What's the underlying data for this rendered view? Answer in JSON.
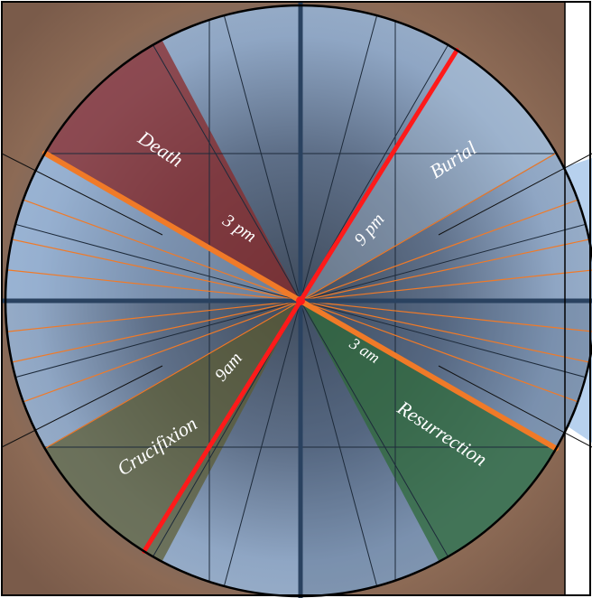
{
  "labels": {
    "death": "Death",
    "burial": "Burial",
    "resurrection": "Resurrection",
    "crucifixion": "Crucifixion",
    "t_3pm": "3 pm",
    "t_9pm": "9 pm",
    "t_3am": "3 am",
    "t_9am": "9am"
  },
  "colors": {
    "photo_frame": "#8c6a55",
    "photo_center": "#5a6a82",
    "sky_blue": "#a9c7ea",
    "death_sector": "#8a2a2a",
    "resurrection_sector": "#2f6a3a",
    "crucifixion_sector": "#5b5a2e",
    "divider": "#243a56",
    "orange_line": "#f07a28",
    "red_line": "#ff1a1a",
    "thin_line": "#1d2a3a",
    "white_panel": "#ffffff"
  },
  "icons": [
    "photo-background",
    "clock-circle",
    "sector-wedge"
  ]
}
